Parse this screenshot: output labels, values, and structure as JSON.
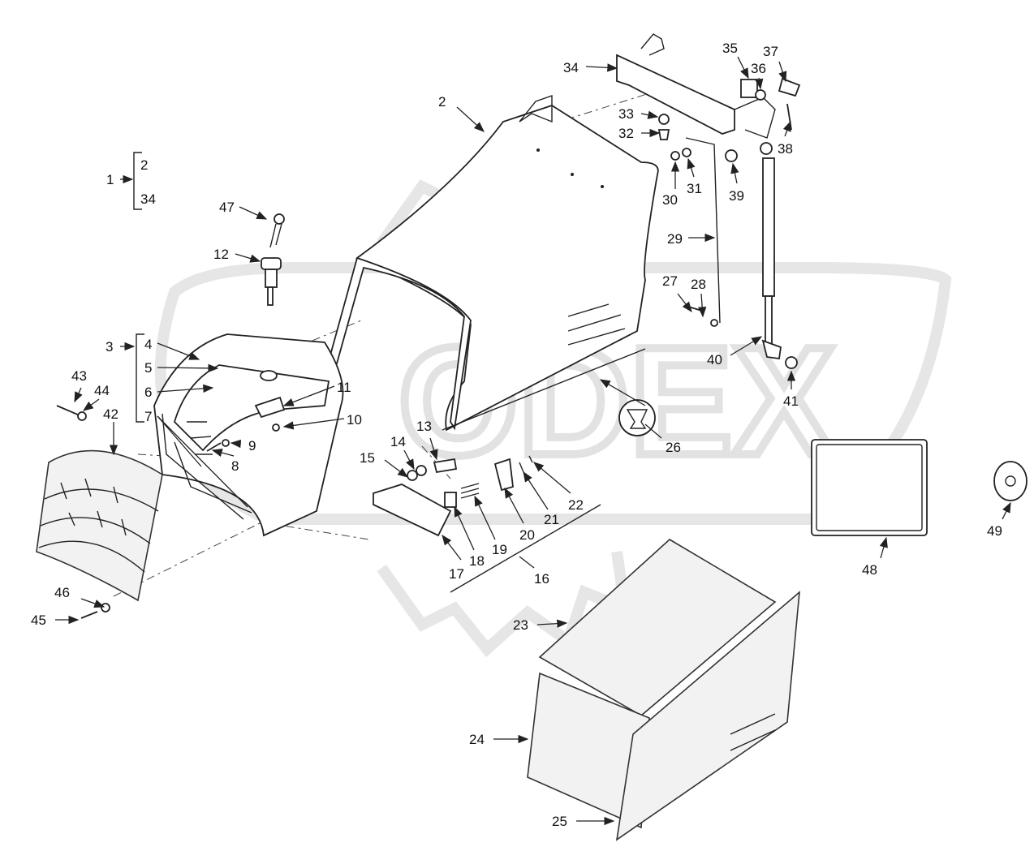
{
  "diagram": {
    "watermark": "ODEX",
    "callouts": {
      "c1": "1",
      "c2": "2",
      "c3": "3",
      "c4": "4",
      "c5": "5",
      "c6": "6",
      "c7": "7",
      "c8": "8",
      "c9": "9",
      "c10": "10",
      "c11": "11",
      "c12": "12",
      "c13": "13",
      "c14": "14",
      "c15": "15",
      "c16": "16",
      "c17": "17",
      "c18": "18",
      "c19": "19",
      "c20": "20",
      "c21": "21",
      "c22": "22",
      "c23": "23",
      "c24": "24",
      "c25": "25",
      "c26": "26",
      "c27": "27",
      "c28": "28",
      "c29": "29",
      "c30": "30",
      "c31": "31",
      "c32": "32",
      "c33": "33",
      "c34": "34",
      "c35": "35",
      "c36": "36",
      "c37": "37",
      "c38": "38",
      "c39": "39",
      "c40": "40",
      "c41": "41",
      "c42": "42",
      "c43": "43",
      "c44": "44",
      "c45": "45",
      "c46": "46",
      "c47": "47",
      "c48": "48",
      "c49": "49"
    },
    "groups": {
      "g1": [
        "2",
        "34"
      ],
      "g3": [
        "4",
        "5",
        "6",
        "7"
      ]
    }
  }
}
